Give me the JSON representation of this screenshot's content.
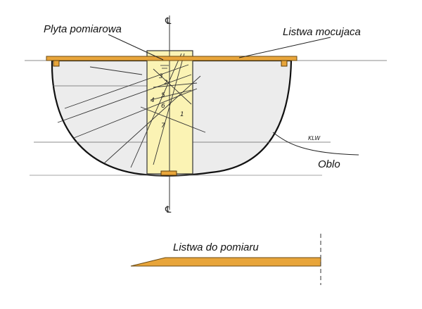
{
  "labels": {
    "plyta": "Plyta pomiarowa",
    "listwa_mocujaca": "Listwa mocujaca",
    "klw": "KLW",
    "oblo": "Oblo",
    "listwa_do_pomiaru": "Listwa do pomiaru",
    "centerline_top": "℄",
    "centerline_bottom": "℄"
  },
  "numbers": [
    "1",
    "2",
    "3",
    "4",
    "5",
    "6",
    "7"
  ],
  "colors": {
    "wood": "#e8a53a",
    "plate": "#fbf3b4",
    "hull_fill": "#ececec",
    "line": "#111111",
    "thin_line": "#555555"
  }
}
